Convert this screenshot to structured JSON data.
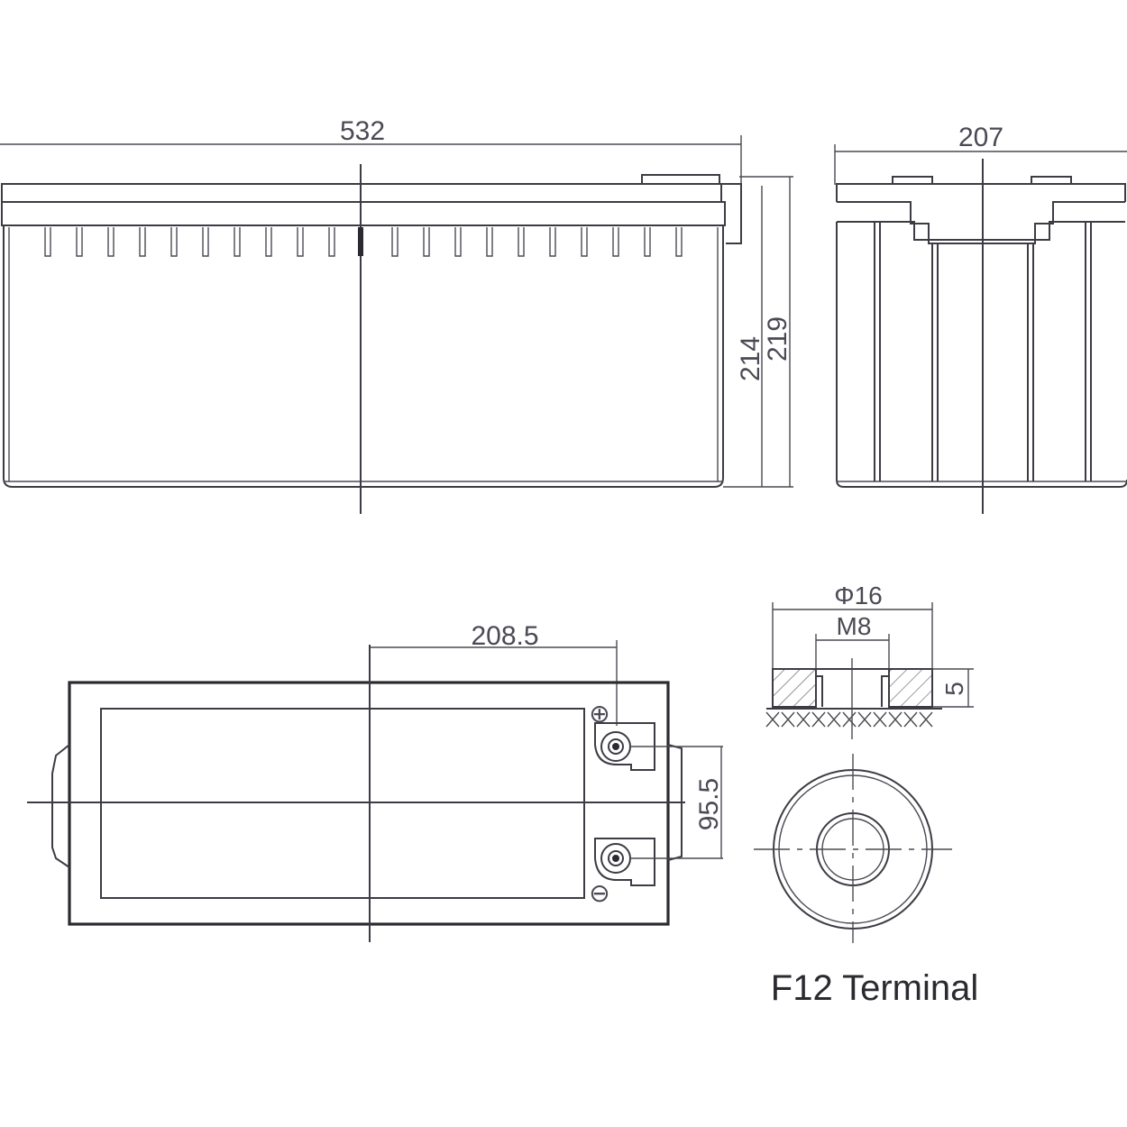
{
  "dimensions": {
    "length": "532",
    "width": "207",
    "height_case": "214",
    "height_total": "219",
    "terminal_offset": "208.5",
    "terminal_spacing": "95.5",
    "terminal_outer_diameter": "Φ16",
    "terminal_thread": "M8",
    "terminal_height": "5"
  },
  "symbols": {
    "positive": "⊕",
    "negative": "⊖"
  },
  "caption": "F12 Terminal",
  "colors": {
    "line": "#3c3c44",
    "text": "#4a4a55"
  }
}
